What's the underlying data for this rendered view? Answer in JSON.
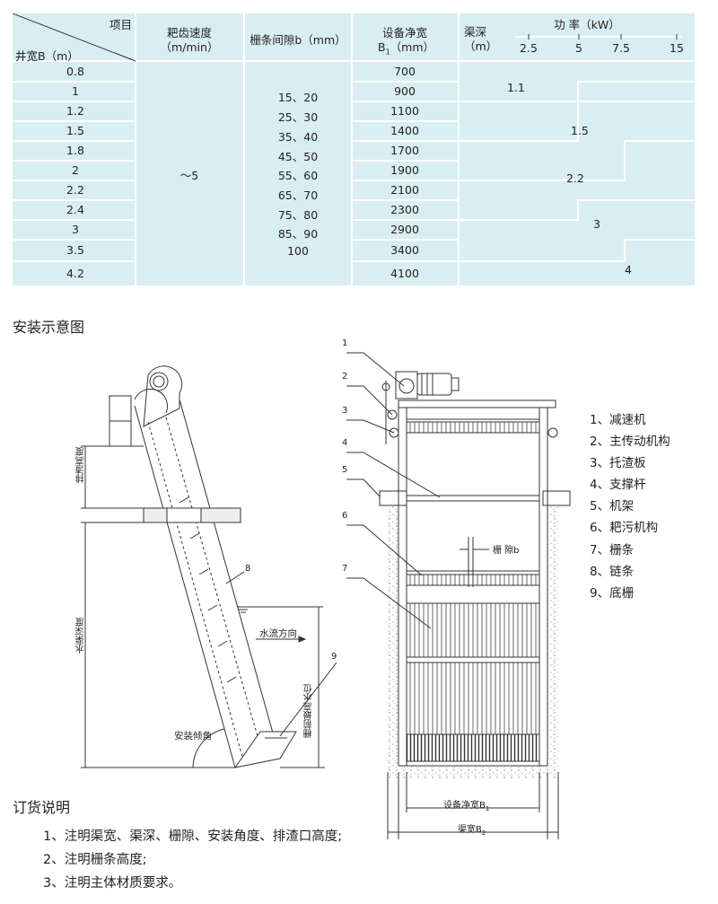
{
  "table": {
    "header": {
      "item": "项目",
      "width": "井宽B（m）",
      "speed_line1": "耙齿速度",
      "speed_line2": "（m/min）",
      "gap": "栅条间隙b（mm）",
      "net_line1": "设备净宽",
      "net_line2": "B",
      "net_sub": "1",
      "net_unit": "（mm）",
      "depth_line1": "渠深",
      "depth_line2": "（m）",
      "power": "功 率（kW）",
      "power_ticks": [
        "2.5",
        "5",
        "7.5",
        "15"
      ]
    },
    "widths": [
      "0.8",
      "1",
      "1.2",
      "1.5",
      "1.8",
      "2",
      "2.2",
      "2.4",
      "3",
      "3.5",
      "4.2"
    ],
    "speed": "～5",
    "gaps": [
      "15、20",
      "25、30",
      "35、40",
      "45、50",
      "55、60",
      "65、70",
      "75、80",
      "85、90",
      "100"
    ],
    "net_widths": [
      "700",
      "900",
      "1100",
      "1400",
      "1700",
      "1900",
      "2100",
      "2300",
      "2900",
      "3400",
      "4100"
    ],
    "power_values": [
      "1.1",
      "1.5",
      "2.2",
      "3",
      "4"
    ],
    "colors": {
      "fill": "#d9eef2",
      "line": "#ffffff"
    }
  },
  "install": {
    "title": "安装示意图",
    "side_labels": {
      "discharge_height": "排渣高度",
      "channel_depth": "水渠深度",
      "flow_direction": "水流方向",
      "install_angle": "安装倾角",
      "max_water_level": "栅前最高水位",
      "part_8": "8",
      "part_9": "9"
    },
    "front_labels": {
      "gap": "栅 隙b",
      "net_width": "设备净宽B",
      "net_width_sub": "1",
      "channel_width": "渠宽B",
      "channel_width_sub": "2",
      "callouts": [
        "1",
        "2",
        "3",
        "4",
        "5",
        "6",
        "7"
      ]
    },
    "legend": [
      "1、减速机",
      "2、主传动机构",
      "3、托渣板",
      "4、支撑杆",
      "5、机架",
      "6、耙污机构",
      "7、栅条",
      "8、链条",
      "9、底栅"
    ]
  },
  "order": {
    "title": "订货说明",
    "notes": [
      "1、注明渠宽、渠深、栅隙、安装角度、排渣口高度;",
      "2、注明栅条高度;",
      "3、注明主体材质要求。"
    ]
  }
}
